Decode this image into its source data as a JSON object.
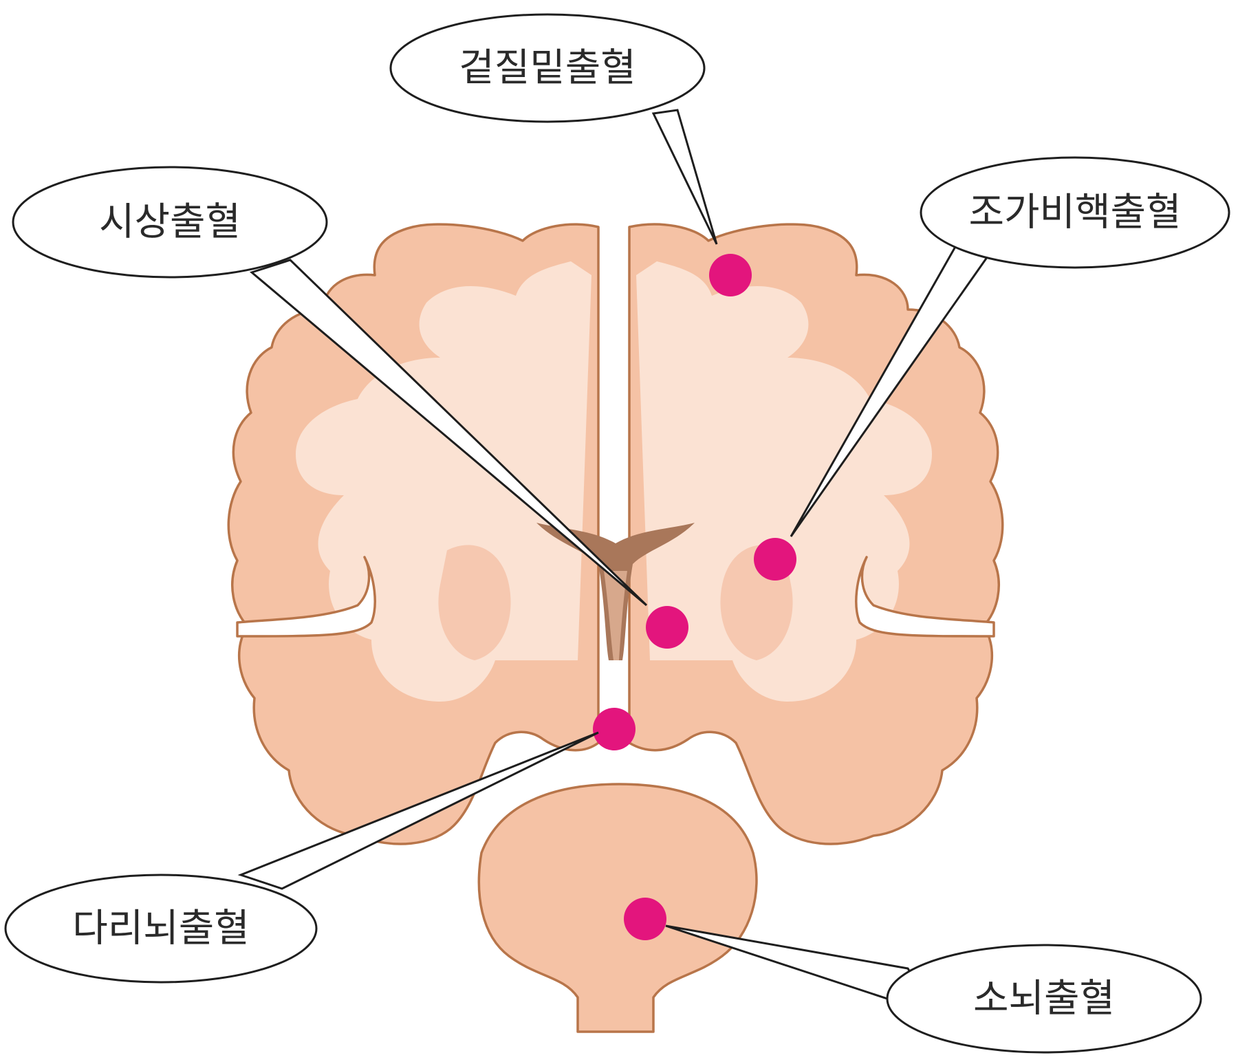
{
  "colors": {
    "cortex": "#f5c2a5",
    "white_matter": "#fbe2d3",
    "deep_nuclei": "#f6c8b0",
    "outline": "#b8754a",
    "ventricle": "#a9775a",
    "hemorrhage_dot": "#e3157d",
    "bubble_stroke": "#1e1e1e"
  },
  "callouts": [
    {
      "id": "subcortical",
      "label": "겉질밑출혈"
    },
    {
      "id": "thalamic",
      "label": "시상출혈"
    },
    {
      "id": "putaminal",
      "label": "조가비핵출혈"
    },
    {
      "id": "midbrain",
      "label": "다리뇌출혈"
    },
    {
      "id": "cerebellar",
      "label": "소뇌출혈"
    }
  ]
}
